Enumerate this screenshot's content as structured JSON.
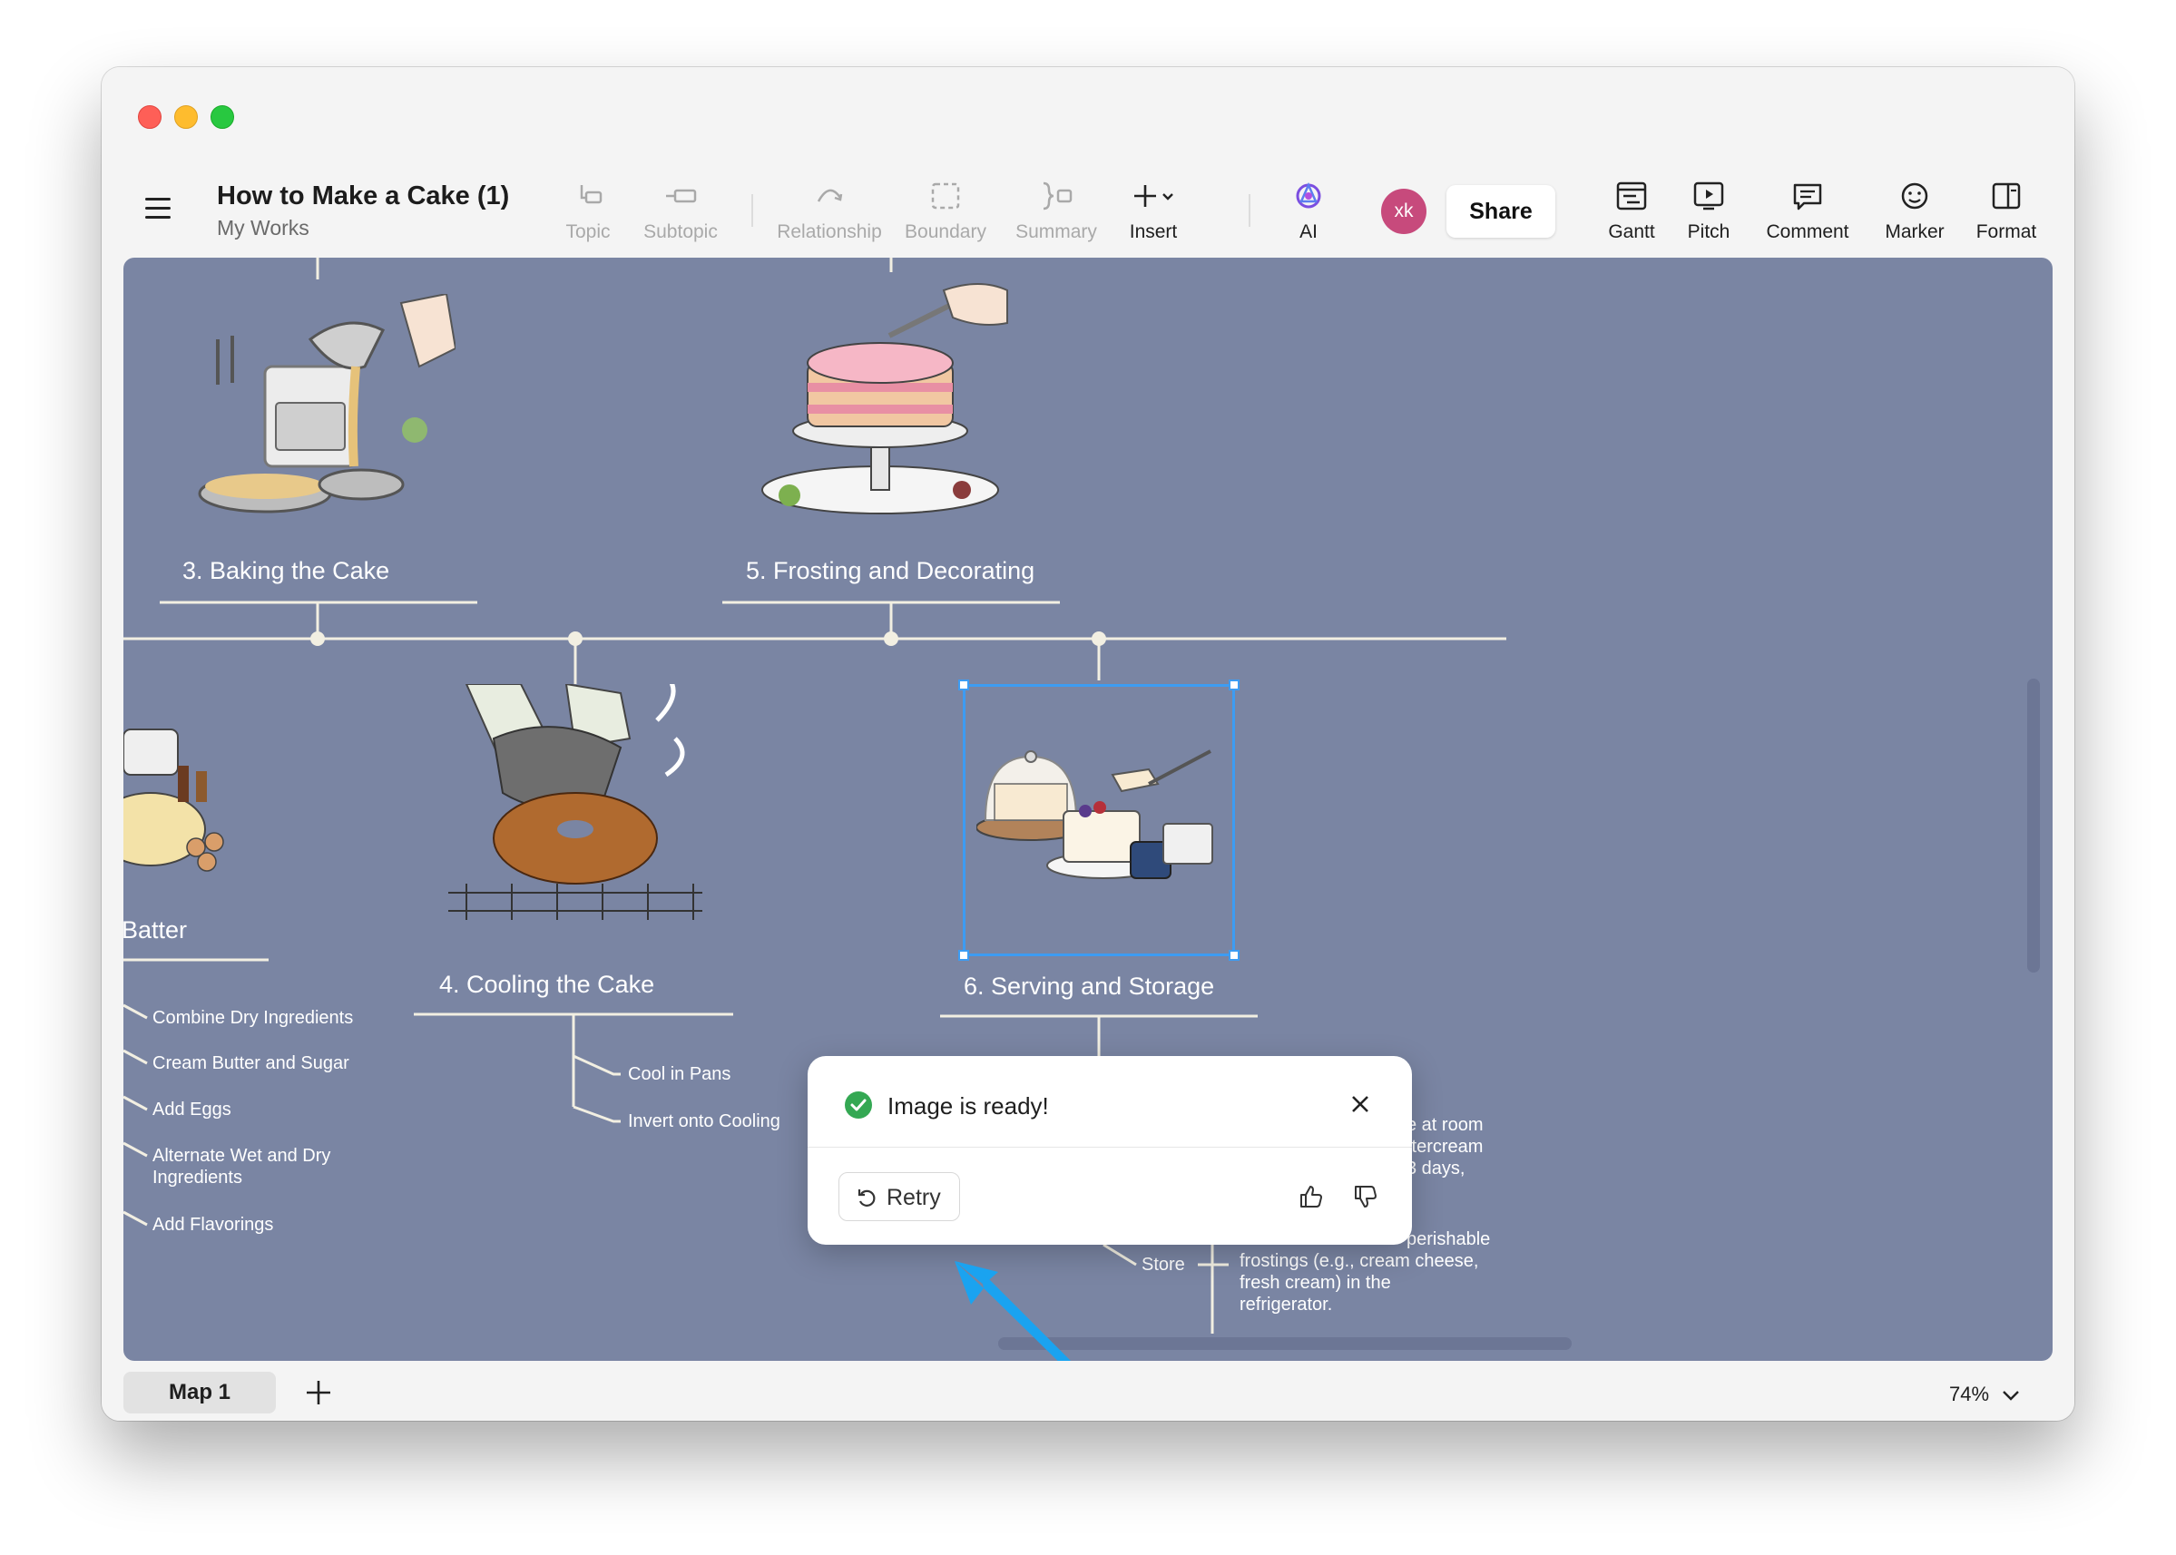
{
  "window": {
    "title": "How to Make a Cake (1)",
    "subtitle": "My Works"
  },
  "toolbar": {
    "tools": [
      {
        "label": "Topic",
        "icon": "topic-icon",
        "enabled": false
      },
      {
        "label": "Subtopic",
        "icon": "subtopic-icon",
        "enabled": false
      },
      {
        "label": "Relationship",
        "icon": "relationship-icon",
        "enabled": false
      },
      {
        "label": "Boundary",
        "icon": "boundary-icon",
        "enabled": false
      },
      {
        "label": "Summary",
        "icon": "summary-icon",
        "enabled": false
      },
      {
        "label": "Insert",
        "icon": "plus-icon",
        "enabled": true
      },
      {
        "label": "AI",
        "icon": "ai-icon",
        "enabled": true
      }
    ],
    "avatar_initials": "xk",
    "share_label": "Share",
    "right_tools": [
      {
        "label": "Gantt",
        "icon": "gantt-icon"
      },
      {
        "label": "Pitch",
        "icon": "pitch-icon"
      },
      {
        "label": "Comment",
        "icon": "comment-icon"
      },
      {
        "label": "Marker",
        "icon": "marker-icon"
      },
      {
        "label": "Format",
        "icon": "format-icon"
      }
    ]
  },
  "canvas": {
    "background": "#7a85a3",
    "topics": {
      "baking": "3. Baking the Cake",
      "frosting": "5. Frosting and Decorating",
      "batter": "Batter",
      "cooling": "4. Cooling the Cake",
      "serving": "6. Serving and Storage"
    },
    "batter_subtopics": [
      "Combine Dry Ingredients",
      "Cream Butter and Sugar",
      "Add Eggs",
      "Alternate Wet and Dry",
      "Ingredients",
      "Add Flavorings"
    ],
    "cooling_subtopics": [
      "Cool in Pans",
      "Invert onto Cooling"
    ],
    "serving_notes": {
      "room_1": "e at room",
      "room_2": "ttercream",
      "room_3": "3 days,",
      "store_label": "Store",
      "store_1": "perishable",
      "store_2": "frostings (e.g., cream cheese,",
      "store_3": "fresh cream) in the",
      "store_4": "refrigerator."
    }
  },
  "popup": {
    "message": "Image is ready!",
    "retry_label": "Retry"
  },
  "bottom": {
    "tab_label": "Map 1",
    "zoom": "74%"
  },
  "colors": {
    "accent": "#3d9cf2",
    "success": "#34a853",
    "avatar": "#c74a7c"
  }
}
